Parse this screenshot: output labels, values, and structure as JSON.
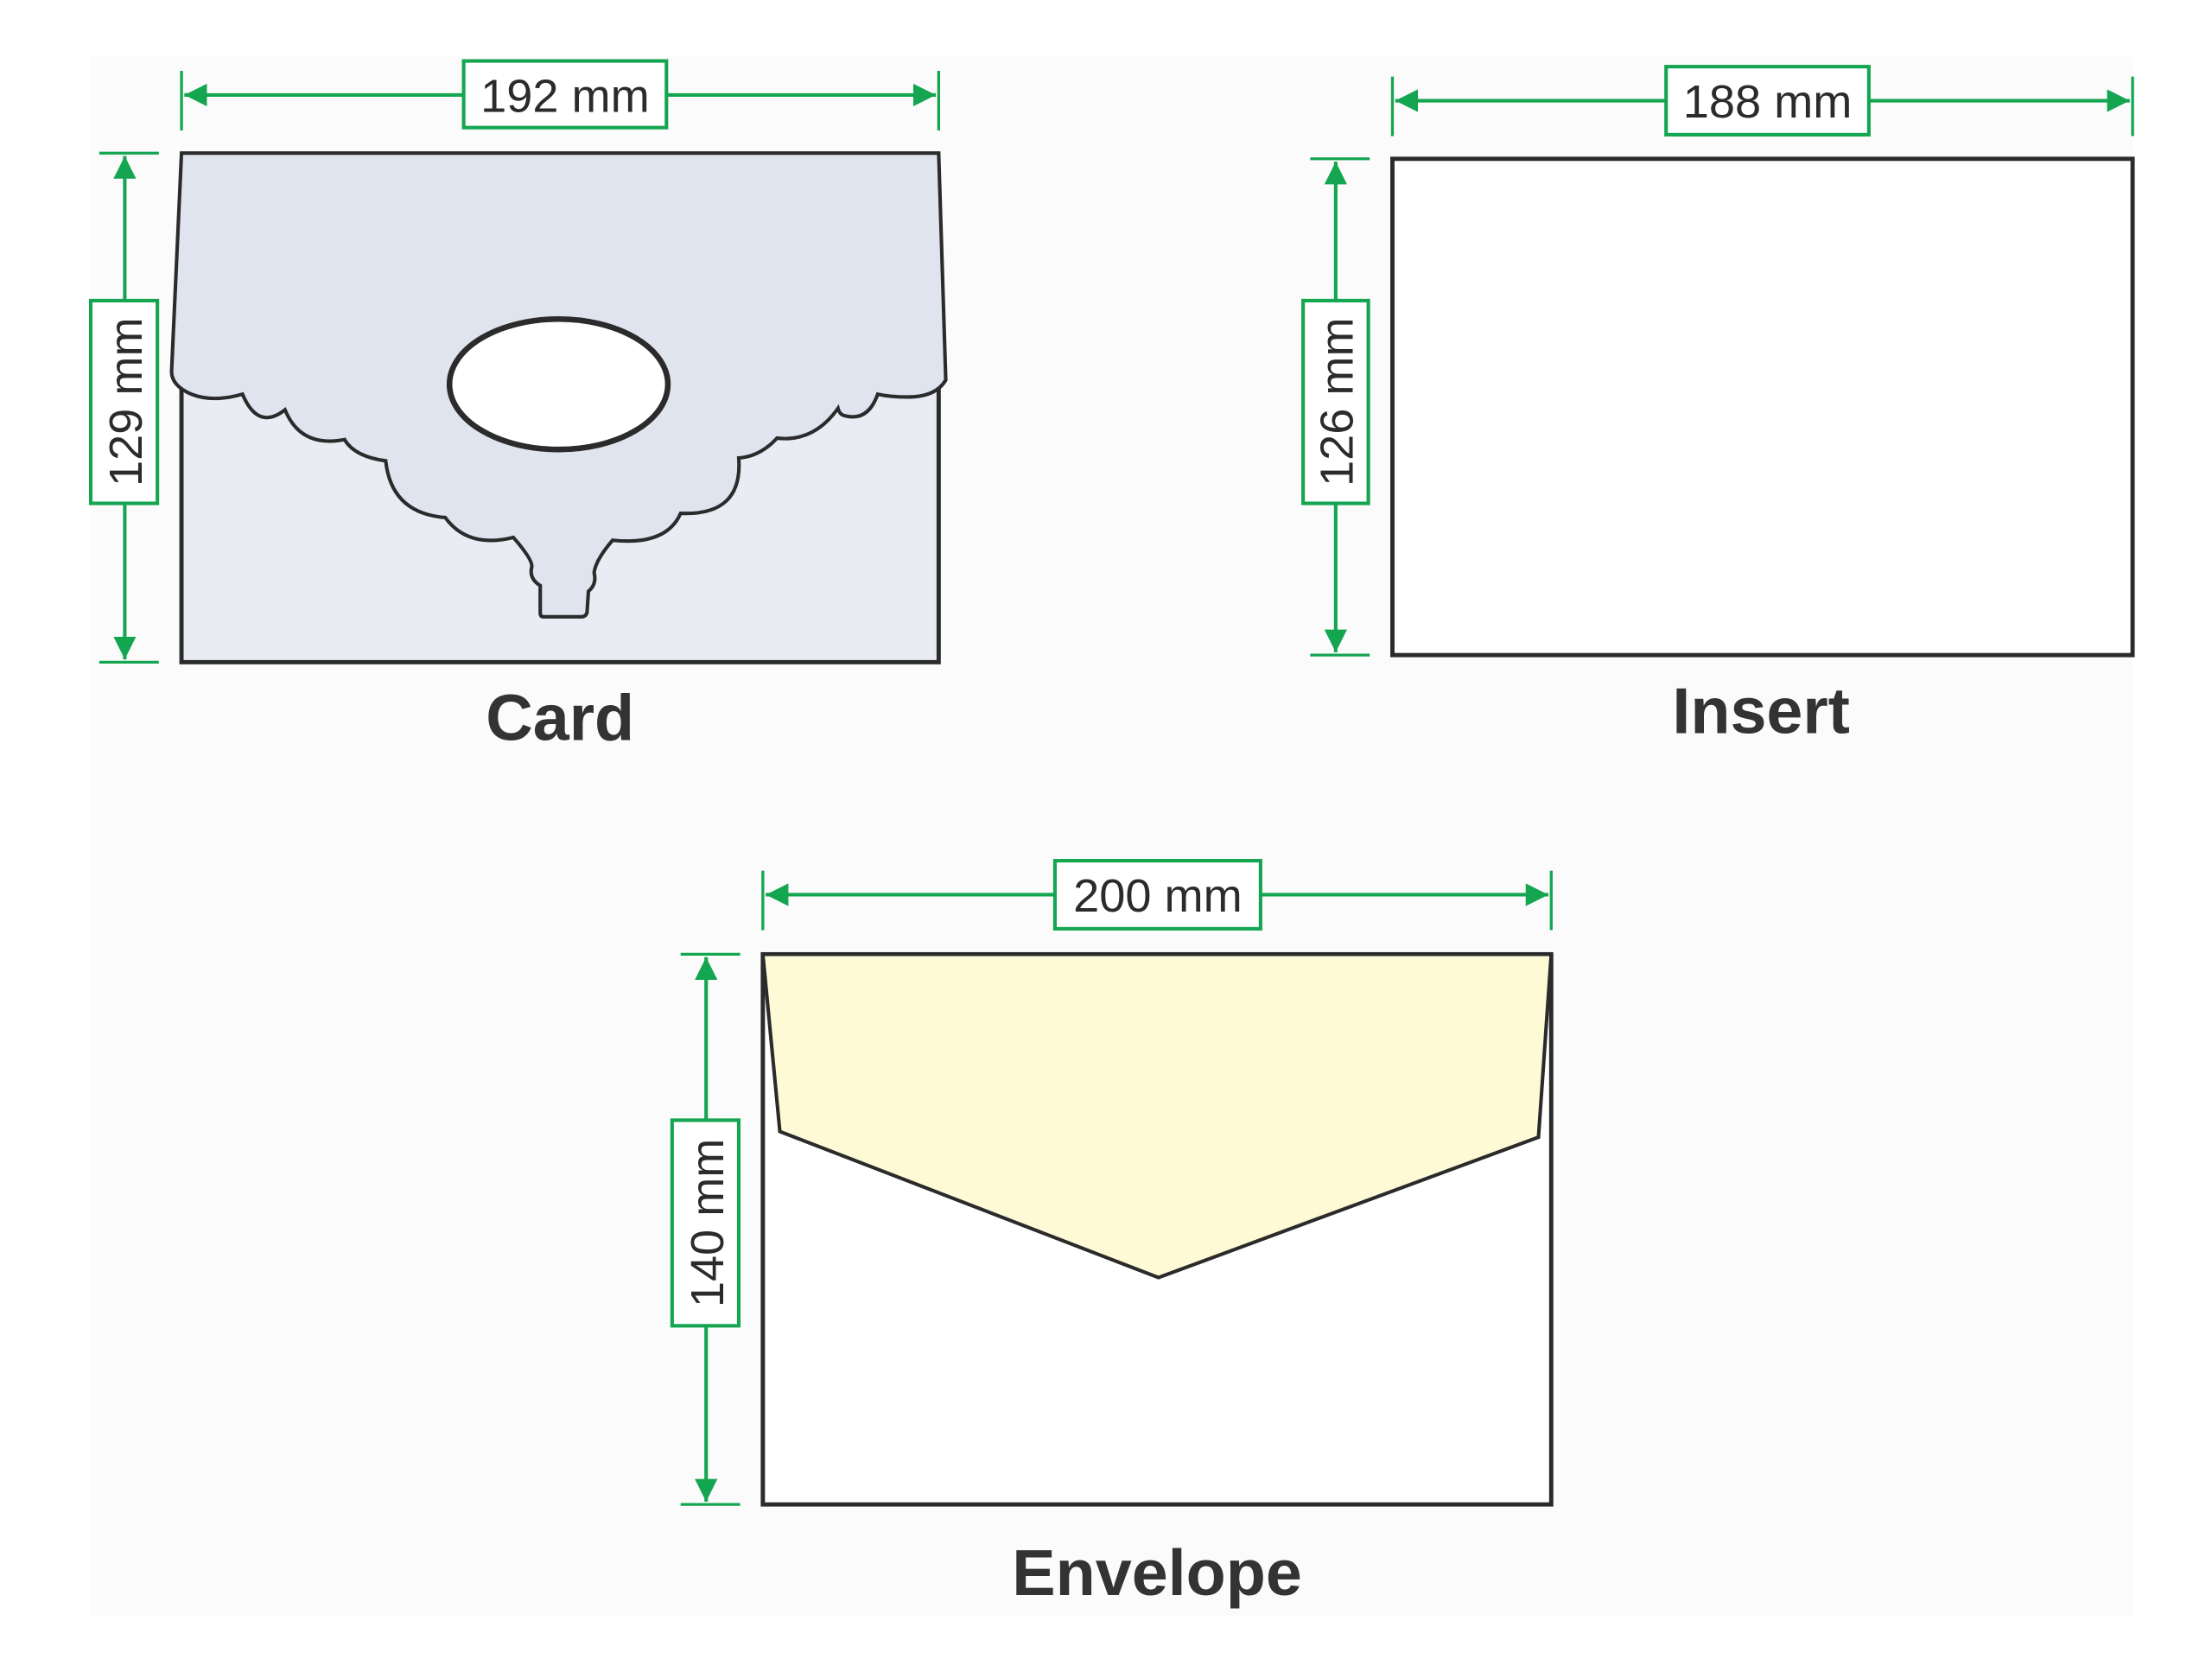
{
  "colors": {
    "dimension": "#14a550",
    "outline": "#2b2b2b",
    "card_flap": "#dfe4ef",
    "card_body": "#e9ecf2",
    "envelope_flap": "#fffad6",
    "paper": "#ffffff",
    "background": "#fbfbfb"
  },
  "card": {
    "title": "Card",
    "width_label": "192 mm",
    "height_label": "129 mm"
  },
  "insert": {
    "title": "Insert",
    "width_label": "188 mm",
    "height_label": "126 mm"
  },
  "envelope": {
    "title": "Envelope",
    "width_label": "200 mm",
    "height_label": "140 mm"
  }
}
